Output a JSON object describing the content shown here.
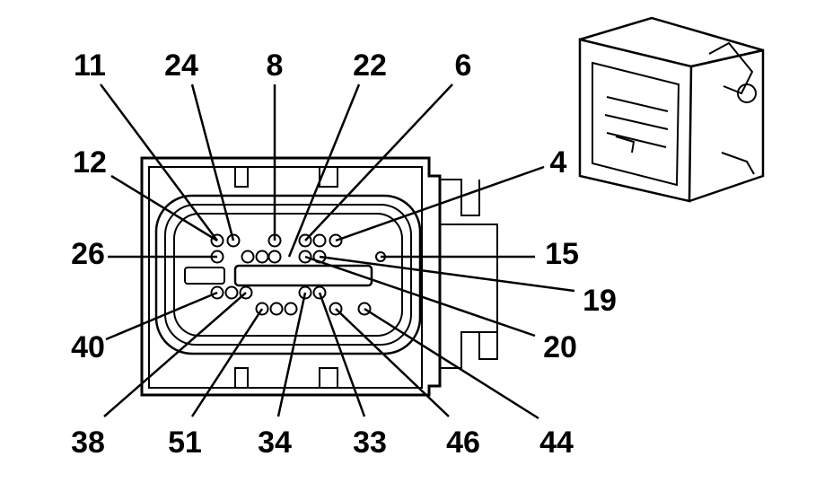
{
  "colors": {
    "ink": "#000000",
    "paper": "#ffffff"
  },
  "pins": [
    {
      "id": "11"
    },
    {
      "id": "24"
    },
    {
      "id": "8"
    },
    {
      "id": "22"
    },
    {
      "id": "6"
    },
    {
      "id": "12"
    },
    {
      "id": "4"
    },
    {
      "id": "26"
    },
    {
      "id": "15"
    },
    {
      "id": "19"
    },
    {
      "id": "40"
    },
    {
      "id": "20"
    },
    {
      "id": "38"
    },
    {
      "id": "51"
    },
    {
      "id": "34"
    },
    {
      "id": "33"
    },
    {
      "id": "46"
    },
    {
      "id": "44"
    }
  ]
}
